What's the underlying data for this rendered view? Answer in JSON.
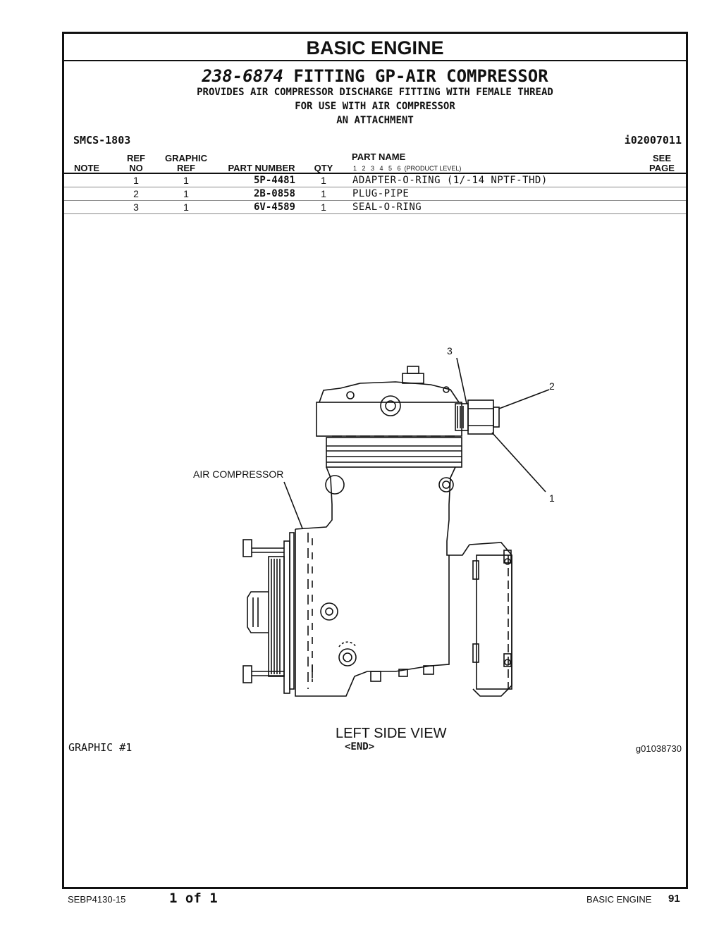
{
  "section_title": "BASIC ENGINE",
  "group": {
    "number": "238-6874",
    "name": "FITTING GP-AIR COMPRESSOR",
    "description": [
      "PROVIDES AIR COMPRESSOR DISCHARGE FITTING WITH FEMALE THREAD",
      "FOR USE WITH AIR COMPRESSOR",
      "AN ATTACHMENT"
    ],
    "smcs": "SMCS-1803",
    "ident": "i02007011"
  },
  "table": {
    "headers": {
      "note": "NOTE",
      "ref_1": "REF",
      "ref_2": "NO",
      "graphic_1": "GRAPHIC",
      "graphic_2": "REF",
      "part_number": "PART NUMBER",
      "qty": "QTY",
      "part_name": "PART NAME",
      "levels": "1   2   3   4   5   6  (PRODUCT LEVEL)",
      "see_1": "SEE",
      "see_2": "PAGE"
    },
    "rows": [
      {
        "note": "",
        "ref_no": "1",
        "graphic_ref": "1",
        "part_number": "5P-4481",
        "qty": "1",
        "part_name": "ADAPTER-O-RING (1/-14 NPTF-THD)",
        "see_page": ""
      },
      {
        "note": "",
        "ref_no": "2",
        "graphic_ref": "1",
        "part_number": "2B-0858",
        "qty": "1",
        "part_name": "PLUG-PIPE",
        "see_page": ""
      },
      {
        "note": "",
        "ref_no": "3",
        "graphic_ref": "1",
        "part_number": "6V-4589",
        "qty": "1",
        "part_name": "SEAL-O-RING",
        "see_page": ""
      }
    ]
  },
  "graphic": {
    "callouts": [
      "1",
      "2",
      "3"
    ],
    "component_label": "AIR COMPRESSOR",
    "view_label": "LEFT SIDE VIEW",
    "tag": "GRAPHIC #1",
    "end": "<END>",
    "graphic_id": "g01038730"
  },
  "footer": {
    "doc_number": "SEBP4130-15",
    "page_of": "1 of 1",
    "section": "BASIC ENGINE",
    "page": "91"
  }
}
